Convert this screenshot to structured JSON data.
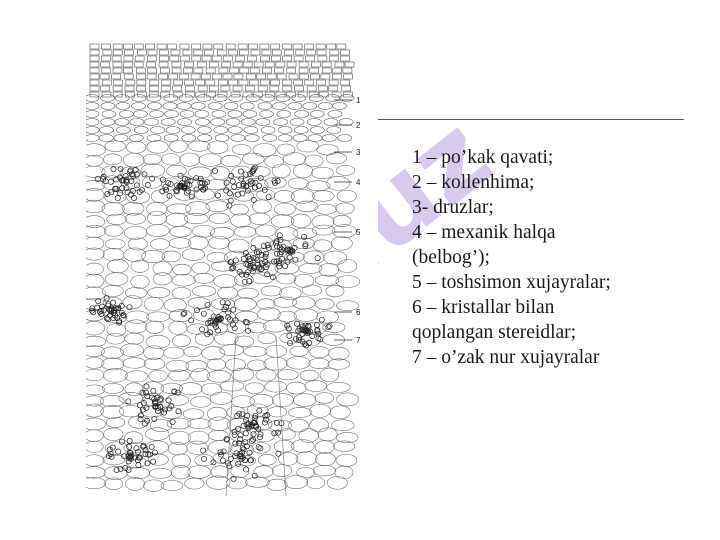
{
  "figure": {
    "label_numbers": [
      "1",
      "2",
      "3",
      "4",
      "5",
      "6",
      "7"
    ]
  },
  "legend": {
    "lines": [
      "1 – po’kak qavati;",
      "2 – kollenhima;",
      "3- druzlar;",
      "4 – mexanik halqa",
      "(belbog’);",
      "5 – toshsimon xujayralar;",
      "6 – kristallar bilan",
      "qoplangan stereidlar;",
      "7 – o’zak nur xujayralar"
    ]
  },
  "watermark": {
    "text": "Arxiv.uz",
    "color": "#c9b8e6"
  }
}
